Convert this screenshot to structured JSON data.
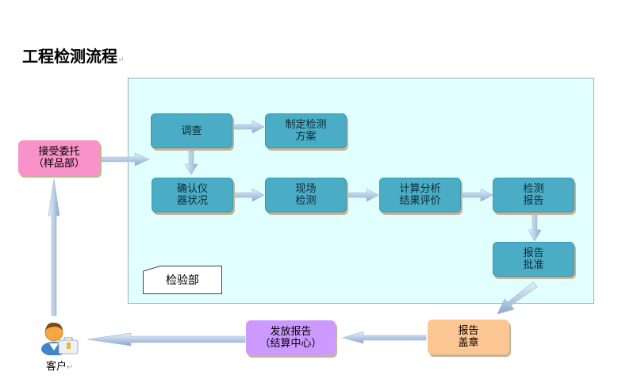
{
  "title": "工程检测流程",
  "paragraph_mark": "↵",
  "region_label": "检验部",
  "nodes": {
    "entrust": [
      "接受委托",
      "（样品部）"
    ],
    "survey": [
      "调查"
    ],
    "plan": [
      "制定检测",
      "方案"
    ],
    "confirm": [
      "确认仪",
      "器状况"
    ],
    "onsite": [
      "现场",
      "检测"
    ],
    "analysis": [
      "计算分析",
      "结果评价"
    ],
    "report": [
      "检测",
      "报告"
    ],
    "approve": [
      "报告",
      "批准"
    ],
    "stamp": [
      "报告",
      "盖章"
    ],
    "issue": [
      "发放报告",
      "（结算中心）"
    ]
  },
  "customer": {
    "label": "客户",
    "icon": "customer-person-briefcase-icon"
  },
  "colors": {
    "teal": "#4aacc5",
    "pink": "#f892c8",
    "violet": "#cc99ff",
    "peach": "#fdc793",
    "region": "#e2ffff",
    "arrow": "#b8cde6"
  }
}
